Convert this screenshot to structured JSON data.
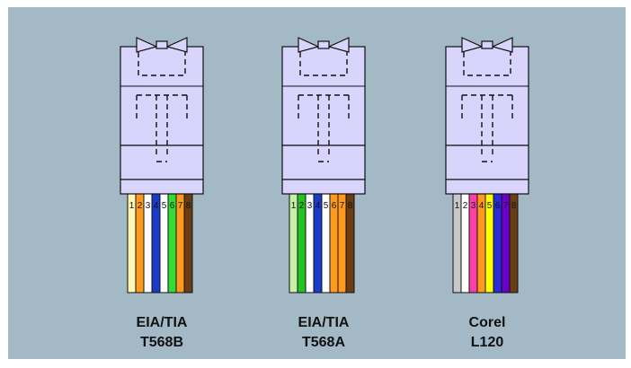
{
  "connectors": [
    {
      "title": "EIA/TIA",
      "subtitle": "T568B",
      "pin_numbers": "12345678",
      "wires": [
        "#fff7b3",
        "#ff9a1e",
        "#ffffff",
        "#1a3bc7",
        "#dfeaf4",
        "#33dd33",
        "#ffffff",
        "#6b3d13"
      ],
      "stripes": [
        "#ff9a1e",
        null,
        "#33dd33",
        null,
        "#1a3bc7",
        null,
        "#6b3d13",
        null
      ],
      "solid_fill": [
        "#fff7b3",
        "#ff9a1e",
        "#ffffff",
        "#1a3bc7",
        "#ffffff",
        "#33dd33",
        "#ff9a1e",
        "#6b3d13"
      ]
    },
    {
      "title": "EIA/TIA",
      "subtitle": "T568A",
      "pin_numbers": "12345678",
      "solid_fill": [
        "#c6f0a6",
        "#22c322",
        "#ffffff",
        "#1a3bc7",
        "#ffffff",
        "#ff9a1e",
        "#ff9a1e",
        "#6b3d13"
      ]
    },
    {
      "title": "Corel",
      "subtitle": "L120",
      "pin_numbers": "12345678",
      "solid_fill": [
        "#c8c8c8",
        "#ffffff",
        "#ff3fa8",
        "#ff9a1e",
        "#ffff00",
        "#2b2bd8",
        "#6b00c8",
        "#6b3d13"
      ]
    }
  ],
  "colors": {
    "background": "#a3b9c6",
    "connector_body": "#d8d4fb",
    "outline": "#111111"
  }
}
